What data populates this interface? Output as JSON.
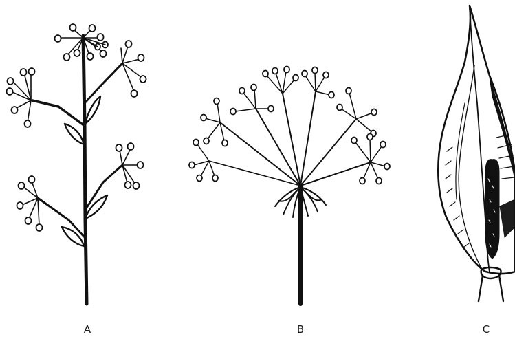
{
  "figure": {
    "labels": {
      "a": "A",
      "b": "B",
      "c": "C"
    },
    "panels": [
      {
        "id": "a",
        "icon": "raceme-inflorescence-icon"
      },
      {
        "id": "b",
        "icon": "umbel-inflorescence-icon"
      },
      {
        "id": "c",
        "icon": "spathe-spadix-icon"
      }
    ]
  }
}
